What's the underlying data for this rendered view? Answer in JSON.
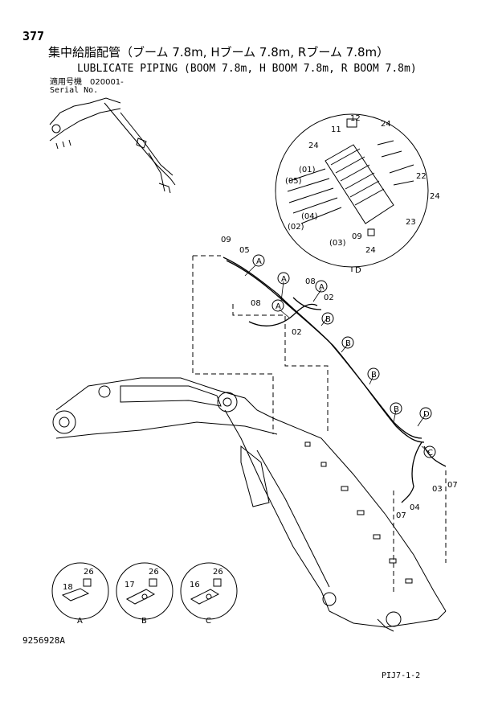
{
  "header": {
    "page_number": "377",
    "title_jp": "集中給脂配管（ブーム 7.8m, Hブーム 7.8m, Rブーム 7.8m）",
    "title_en": "LUBLICATE PIPING (BOOM 7.8m, H BOOM 7.8m, R BOOM 7.8m)",
    "serial_label_jp": "適用号機　020001-",
    "serial_label_en": "Serial No."
  },
  "footer": {
    "drawing_number": "9256928A",
    "page_ref": "PIJ7-1-2"
  },
  "detail_d": {
    "label": "D",
    "callouts": [
      "12",
      "24",
      "11",
      "24",
      "(01)",
      "(05)",
      "(04)",
      "(02)",
      "(03)",
      "09",
      "24",
      "22",
      "24",
      "23"
    ]
  },
  "main_callouts": {
    "part_numbers": [
      "09",
      "05",
      "08",
      "02",
      "08",
      "02",
      "03",
      "07",
      "04",
      "07"
    ],
    "clamp_labels": [
      "A",
      "A",
      "A",
      "A",
      "B",
      "B",
      "B",
      "B",
      "C",
      "D"
    ]
  },
  "clamp_details": [
    {
      "view": "A",
      "parts": [
        "18",
        "26"
      ]
    },
    {
      "view": "B",
      "parts": [
        "17",
        "26"
      ]
    },
    {
      "view": "C",
      "parts": [
        "16",
        "26"
      ]
    }
  ]
}
